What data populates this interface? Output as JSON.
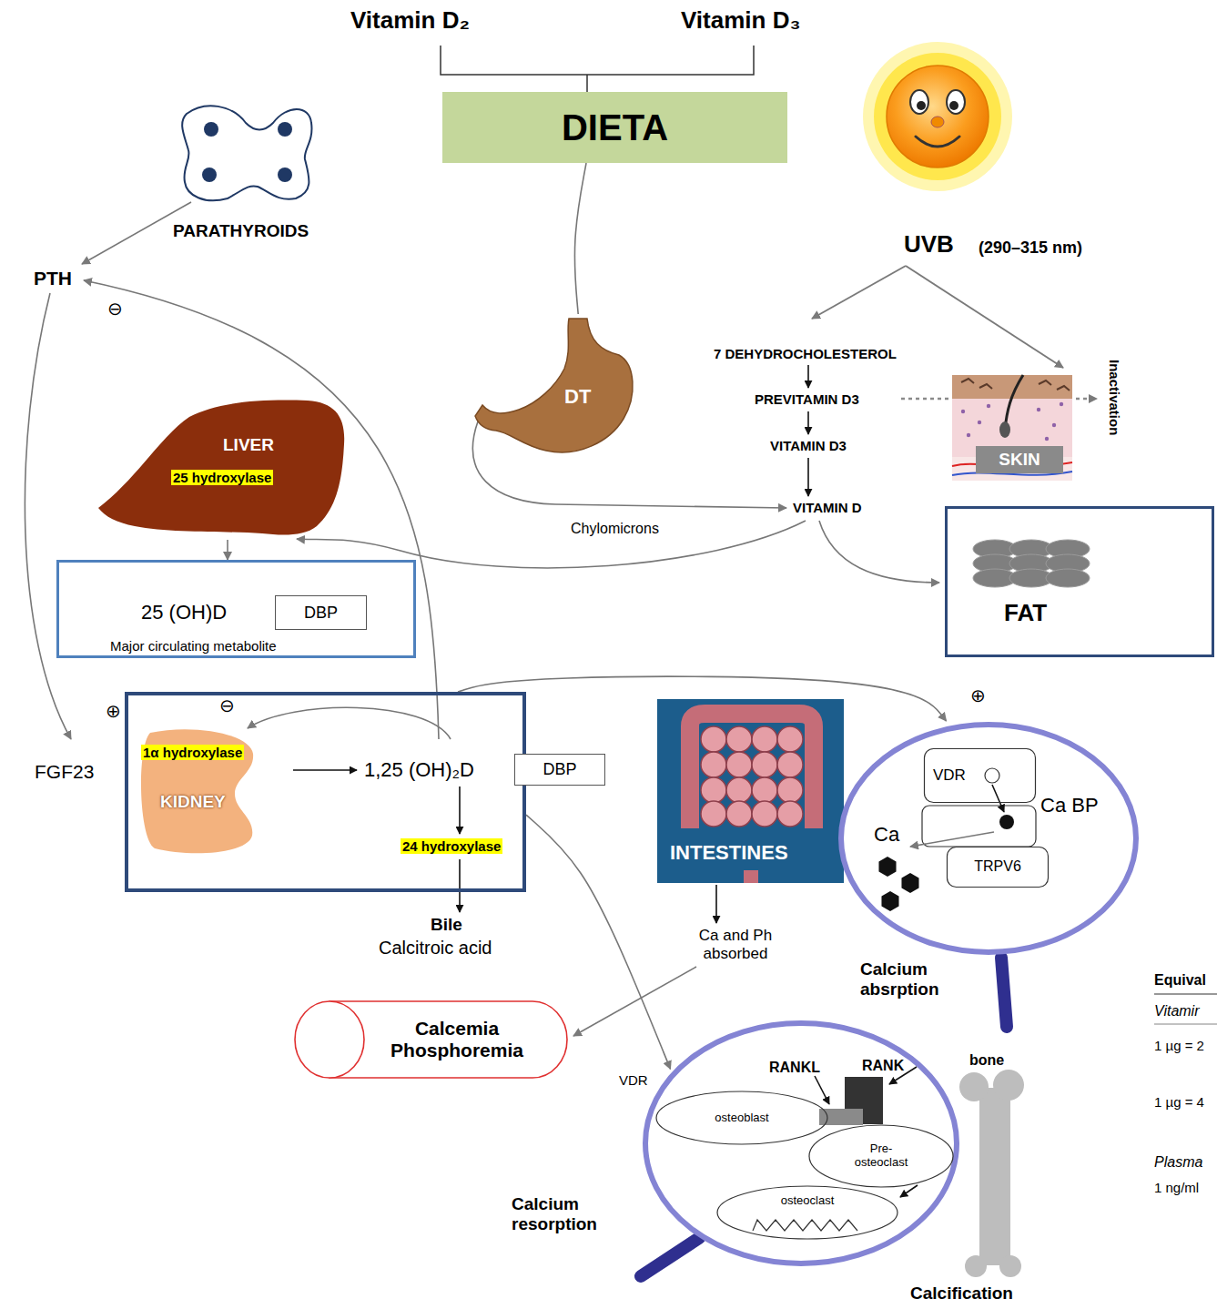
{
  "diagram": {
    "nodes": [
      {
        "text": [
          "DIETA"
        ]
      },
      {
        "text": [
          "PARATHYROIDS"
        ]
      },
      {
        "text": [
          "DT"
        ]
      },
      {
        "text": [
          "SKIN"
        ]
      },
      {
        "text": [
          "LIVER",
          "25 hydroxylase"
        ]
      },
      {
        "text": [
          "FAT"
        ]
      },
      {
        "text": [
          "25 (OH)D",
          "Major circulating metabolite"
        ]
      },
      {
        "text": [
          "DBP"
        ],
        "in": 6
      },
      {
        "text": [
          "1,25 (OH)₂D",
          "24 hydroxylase"
        ]
      },
      {
        "text": [
          "1α hydroxylase",
          "KIDNEY"
        ],
        "in": 8
      },
      {
        "text": [
          "DBP"
        ]
      },
      {
        "text": [
          "INTESTINES"
        ]
      },
      {
        "text": [
          "Ca BP",
          "Ca",
          "Calcium absrption"
        ]
      },
      {
        "text": [
          "VDR"
        ],
        "in": 12
      },
      {
        "text": [
          "TRPV6"
        ],
        "in": 12
      },
      {
        "text": [
          "Calcemia Phosphoremia"
        ]
      },
      {
        "text": [
          "RANKL",
          "RANK",
          "Calcium resorption"
        ]
      },
      {
        "text": [
          "osteoblast"
        ],
        "in": 16
      },
      {
        "text": [
          "Pre- osteoclast"
        ],
        "in": 16
      },
      {
        "text": [
          "osteoclast"
        ],
        "in": 16
      }
    ],
    "edges": [
      {
        "from": 0,
        "to": 2,
        "arrow": "none"
      },
      {
        "from": 4,
        "to": 6,
        "arrow": "to"
      },
      {
        "from": 8,
        "to": 12,
        "arrow": "to"
      },
      {
        "from": 8,
        "to": 16,
        "arrow": "to"
      }
    ],
    "labels": [
      "Vitamin D₂",
      "Vitamin D₃",
      "PTH",
      "⊖",
      "UVB",
      "(290–315 nm)",
      "7 DEHYDROCHOLESTEROL",
      "PREVITAMIN D3",
      "VITAMIN D3",
      "VITAMIN D",
      "Inactivation",
      "Chylomicrons",
      "⊕",
      "FGF23",
      "⊖",
      "⊕",
      "Bile",
      "Calcitroic acid",
      "Ca and Ph absorbed",
      "VDR",
      "bone",
      "Calcification",
      "Equival",
      "Vitamir",
      "1 µg = 2",
      "1 µg = 4",
      "Plasma",
      "1 ng/ml"
    ]
  }
}
